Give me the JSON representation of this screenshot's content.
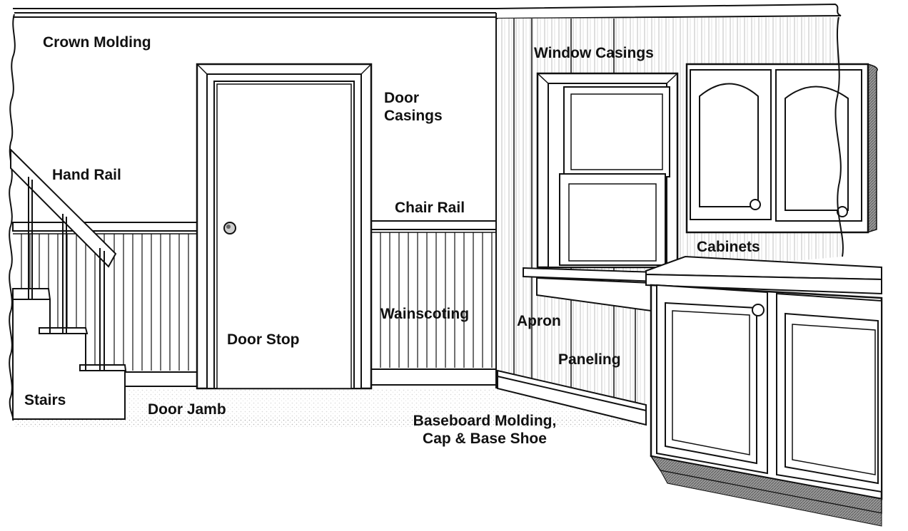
{
  "labels": {
    "crown_molding": "Crown Molding",
    "door_casings": [
      "Door",
      "Casings"
    ],
    "window_casings": "Window Casings",
    "hand_rail": "Hand Rail",
    "chair_rail": "Chair Rail",
    "cabinets": "Cabinets",
    "wainscoting": "Wainscoting",
    "apron": "Apron",
    "door_stop": "Door Stop",
    "paneling": "Paneling",
    "stairs": "Stairs",
    "door_jamb": "Door Jamb",
    "baseboard": [
      "Baseboard Molding,",
      "Cap & Base Shoe"
    ]
  },
  "colors": {
    "ink": "#111111",
    "paper": "#ffffff",
    "floor_shade": "#d9d9d9",
    "wall_shade": "#ececec"
  }
}
